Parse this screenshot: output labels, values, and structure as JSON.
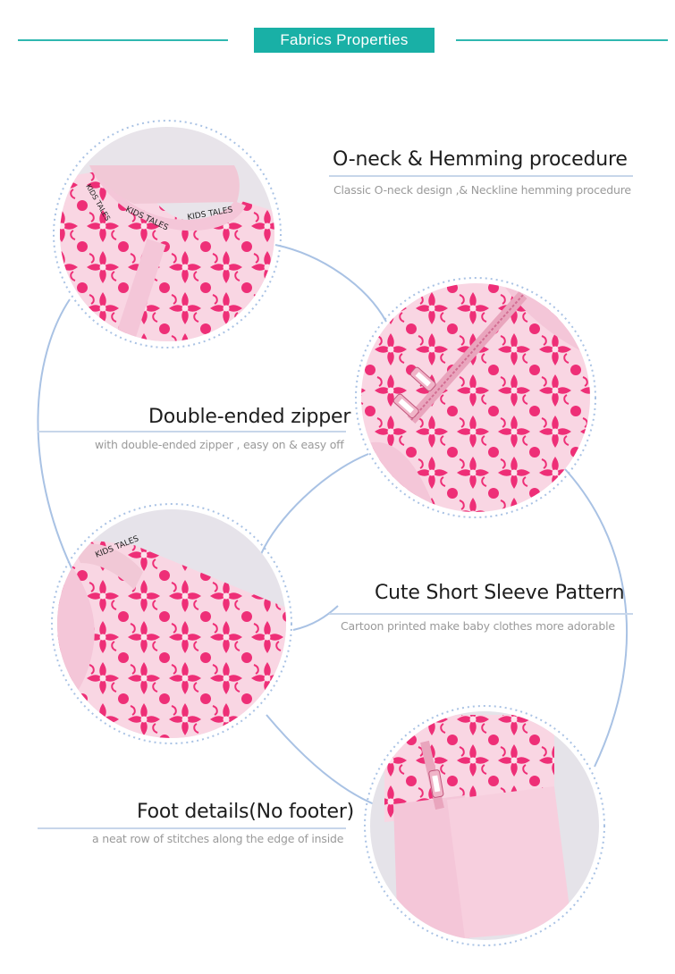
{
  "header": {
    "title": "Fabrics Properties"
  },
  "features": [
    {
      "title": "O-neck & Hemming procedure",
      "desc": "Classic O-neck design ,& Neckline hemming procedure"
    },
    {
      "title": "Double-ended zipper",
      "desc": "with double-ended zipper , easy on & easy off"
    },
    {
      "title": "Cute Short Sleeve Pattern",
      "desc": "Cartoon printed  make baby clothes  more  adorable"
    },
    {
      "title": "Foot details(No footer)",
      "desc": "a neat row of stitches along the edge of inside"
    }
  ],
  "brand_label": "KIDS TALES",
  "colors": {
    "accent": "#19b0a6",
    "connector": "#a9c2e4",
    "fabric_pink": "#f4c6d8",
    "print_magenta": "#ee2f77"
  }
}
